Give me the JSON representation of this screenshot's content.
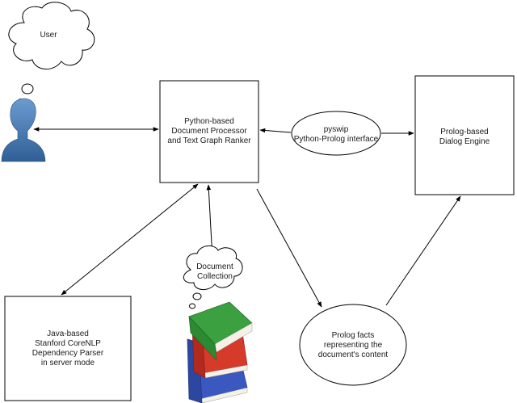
{
  "nodes": {
    "user": {
      "lines": [
        "User"
      ]
    },
    "processor": {
      "lines": [
        "Python-based",
        "Document Processor",
        "and Text Graph Ranker"
      ]
    },
    "pyswip": {
      "lines": [
        "pyswip",
        "Python-Prolog interface"
      ]
    },
    "dialog": {
      "lines": [
        "Prolog-based",
        "Dialog Engine"
      ]
    },
    "parser": {
      "lines": [
        "Java-based",
        "Stanford CoreNLP",
        "Dependency Parser",
        "in server mode"
      ]
    },
    "collection": {
      "lines": [
        "Document",
        "Collection"
      ]
    },
    "facts": {
      "lines": [
        "Prolog facts",
        "representing the",
        "document's content"
      ]
    }
  },
  "colors": {
    "person": "#4a7fb5",
    "book_green": "#3aa040",
    "book_red": "#d63a2a",
    "book_blue": "#3a58c0",
    "page": "#f4f1e6"
  },
  "icons": [
    "person-icon",
    "books-icon",
    "thought-cloud"
  ]
}
